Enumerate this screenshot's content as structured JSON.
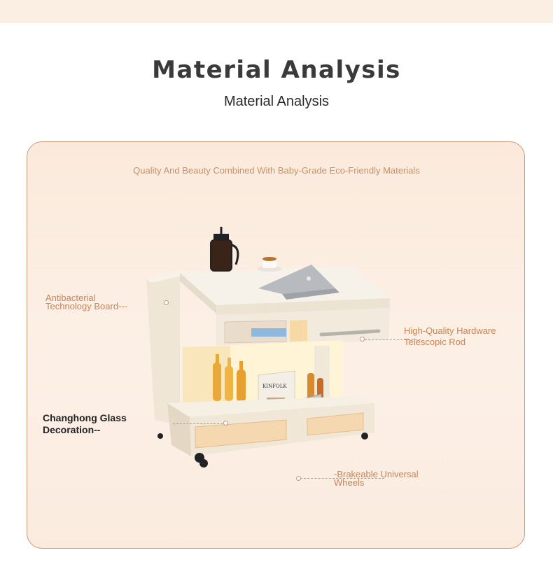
{
  "header": {
    "title": "Material Analysis",
    "subtitle": "Material Analysis"
  },
  "panel": {
    "tagline": "Quality And Beauty Combined With Baby-Grade Eco-Friendly Materials",
    "callouts": {
      "board_line1": "Antibacterial",
      "board_line2": "Technology Board---",
      "hardware_line1": "High-Quality Hardware",
      "hardware_line2": "Telescopic Rod",
      "glass_line1": "Changhong Glass",
      "glass_line2": "Decoration--",
      "wheels_line1": "-Brakeable Universal",
      "wheels_line2": "Wheels"
    },
    "book_text": "KINFOLK"
  },
  "colors": {
    "accent": "#c88458",
    "panel_bg": "#fbeadc",
    "panel_border": "#c89a78",
    "top_band": "#fbeee3"
  }
}
